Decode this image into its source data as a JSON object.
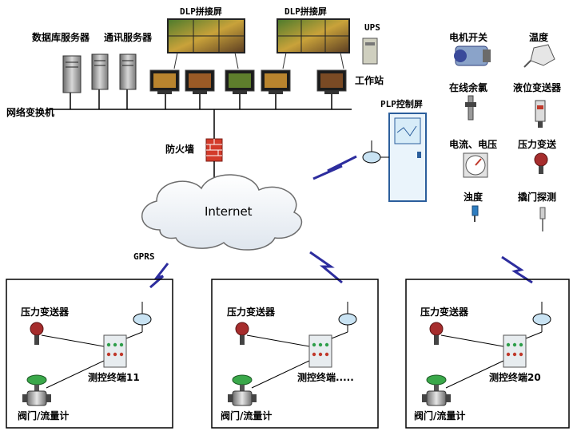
{
  "labels": {
    "db_server": "数据库服务器",
    "comm_server": "通讯服务器",
    "dlp_left": "DLP拼接屏",
    "dlp_right": "DLP拼接屏",
    "ups": "UPS",
    "workstation": "工作站",
    "network_switch": "网络变换机",
    "firewall": "防火墙",
    "internet": "Internet",
    "plp_screen": "PLP控制屏",
    "gprs": "GPRS"
  },
  "sensors": [
    {
      "label": "电机开关",
      "icon": "motor-switch-icon"
    },
    {
      "label": "温度",
      "icon": "temperature-sensor-icon"
    },
    {
      "label": "在线余氯",
      "icon": "chlorine-sensor-icon"
    },
    {
      "label": "液位变送器",
      "icon": "level-transmitter-icon"
    },
    {
      "label": "电流、电压",
      "icon": "current-voltage-meter-icon"
    },
    {
      "label": "压力变送",
      "icon": "pressure-transmitter-icon"
    },
    {
      "label": "浊度",
      "icon": "turbidity-sensor-icon"
    },
    {
      "label": "撬门探测",
      "icon": "door-detector-icon"
    }
  ],
  "terminals": [
    {
      "pressure_label": "压力变送器",
      "terminal_label": "测控终端11",
      "valve_label": "阀门/流量计"
    },
    {
      "pressure_label": "压力变送器",
      "terminal_label": "测控终端.....",
      "valve_label": "阀门/流量计"
    },
    {
      "pressure_label": "压力变送器",
      "terminal_label": "测控终端20",
      "valve_label": "阀门/流量计"
    }
  ],
  "colors": {
    "lightning": "#2d2d9e",
    "cloud_fill": "#eef2f7",
    "firewall": "#d33a2a",
    "cabinet": "#2b5e9c",
    "cabinet_face": "#eaf4fb",
    "antenna_disk": "#c9e3f3"
  }
}
